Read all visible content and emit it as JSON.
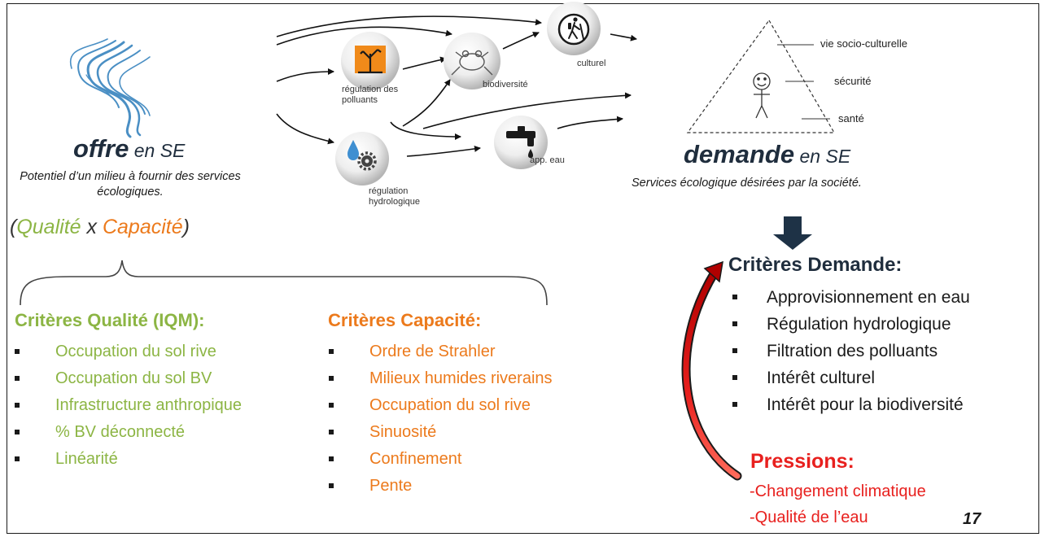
{
  "offre": {
    "title_bold": "offre",
    "title_rest": " en SE",
    "description": "Potentiel d’un milieu à fournir des services écologiques.",
    "formula_open": "(",
    "formula_quality": "Qualité",
    "formula_times": " x ",
    "formula_capacity": "Capacité",
    "formula_close": ")"
  },
  "nodes": {
    "regulation_polluants": "régulation des polluants",
    "regulation_hydrologique": "régulation hydrologique",
    "biodiversite": "biodiversité",
    "culturel": "culturel",
    "app_eau": "app. eau"
  },
  "icons": {
    "river": "river-icon",
    "pollution": "polluted-tree-icon",
    "hydro": "water-drop-gear-icon",
    "frog": "frog-icon",
    "hiker": "hiker-icon",
    "faucet": "faucet-icon",
    "person": "stick-figure-icon"
  },
  "demande": {
    "title_bold": "demande",
    "title_rest": " en SE",
    "description": "Services écologique désirées par la société.",
    "triangle_labels": {
      "top": "vie socio-culturelle",
      "middle": "sécurité",
      "bottom": "santé"
    }
  },
  "criteres_qualite": {
    "heading": "Critères Qualité (IQM):",
    "items": [
      "Occupation du sol rive",
      "Occupation du sol BV",
      "Infrastructure anthropique",
      "% BV déconnecté",
      "Linéarité"
    ]
  },
  "criteres_capacite": {
    "heading": "Critères Capacité:",
    "items": [
      "Ordre de Strahler",
      "Milieux humides riverains",
      "Occupation du sol rive",
      "Sinuosité",
      "Confinement",
      "Pente"
    ]
  },
  "criteres_demande": {
    "heading": "Critères Demande:",
    "items": [
      "Approvisionnement en eau",
      "Régulation hydrologique",
      "Filtration des polluants",
      "Intérêt culturel",
      "Intérêt pour la biodiversité"
    ]
  },
  "pressions": {
    "heading": "Pressions:",
    "items": [
      "-Changement climatique",
      "-Qualité de l’eau"
    ]
  },
  "page_number": "17",
  "colors": {
    "quality": "#8cb544",
    "capacity": "#ec7a1c",
    "pressure": "#e8201e",
    "title": "#1f2d3d",
    "river": "#4a8fc4",
    "dark_arrow": "#1e3246"
  }
}
